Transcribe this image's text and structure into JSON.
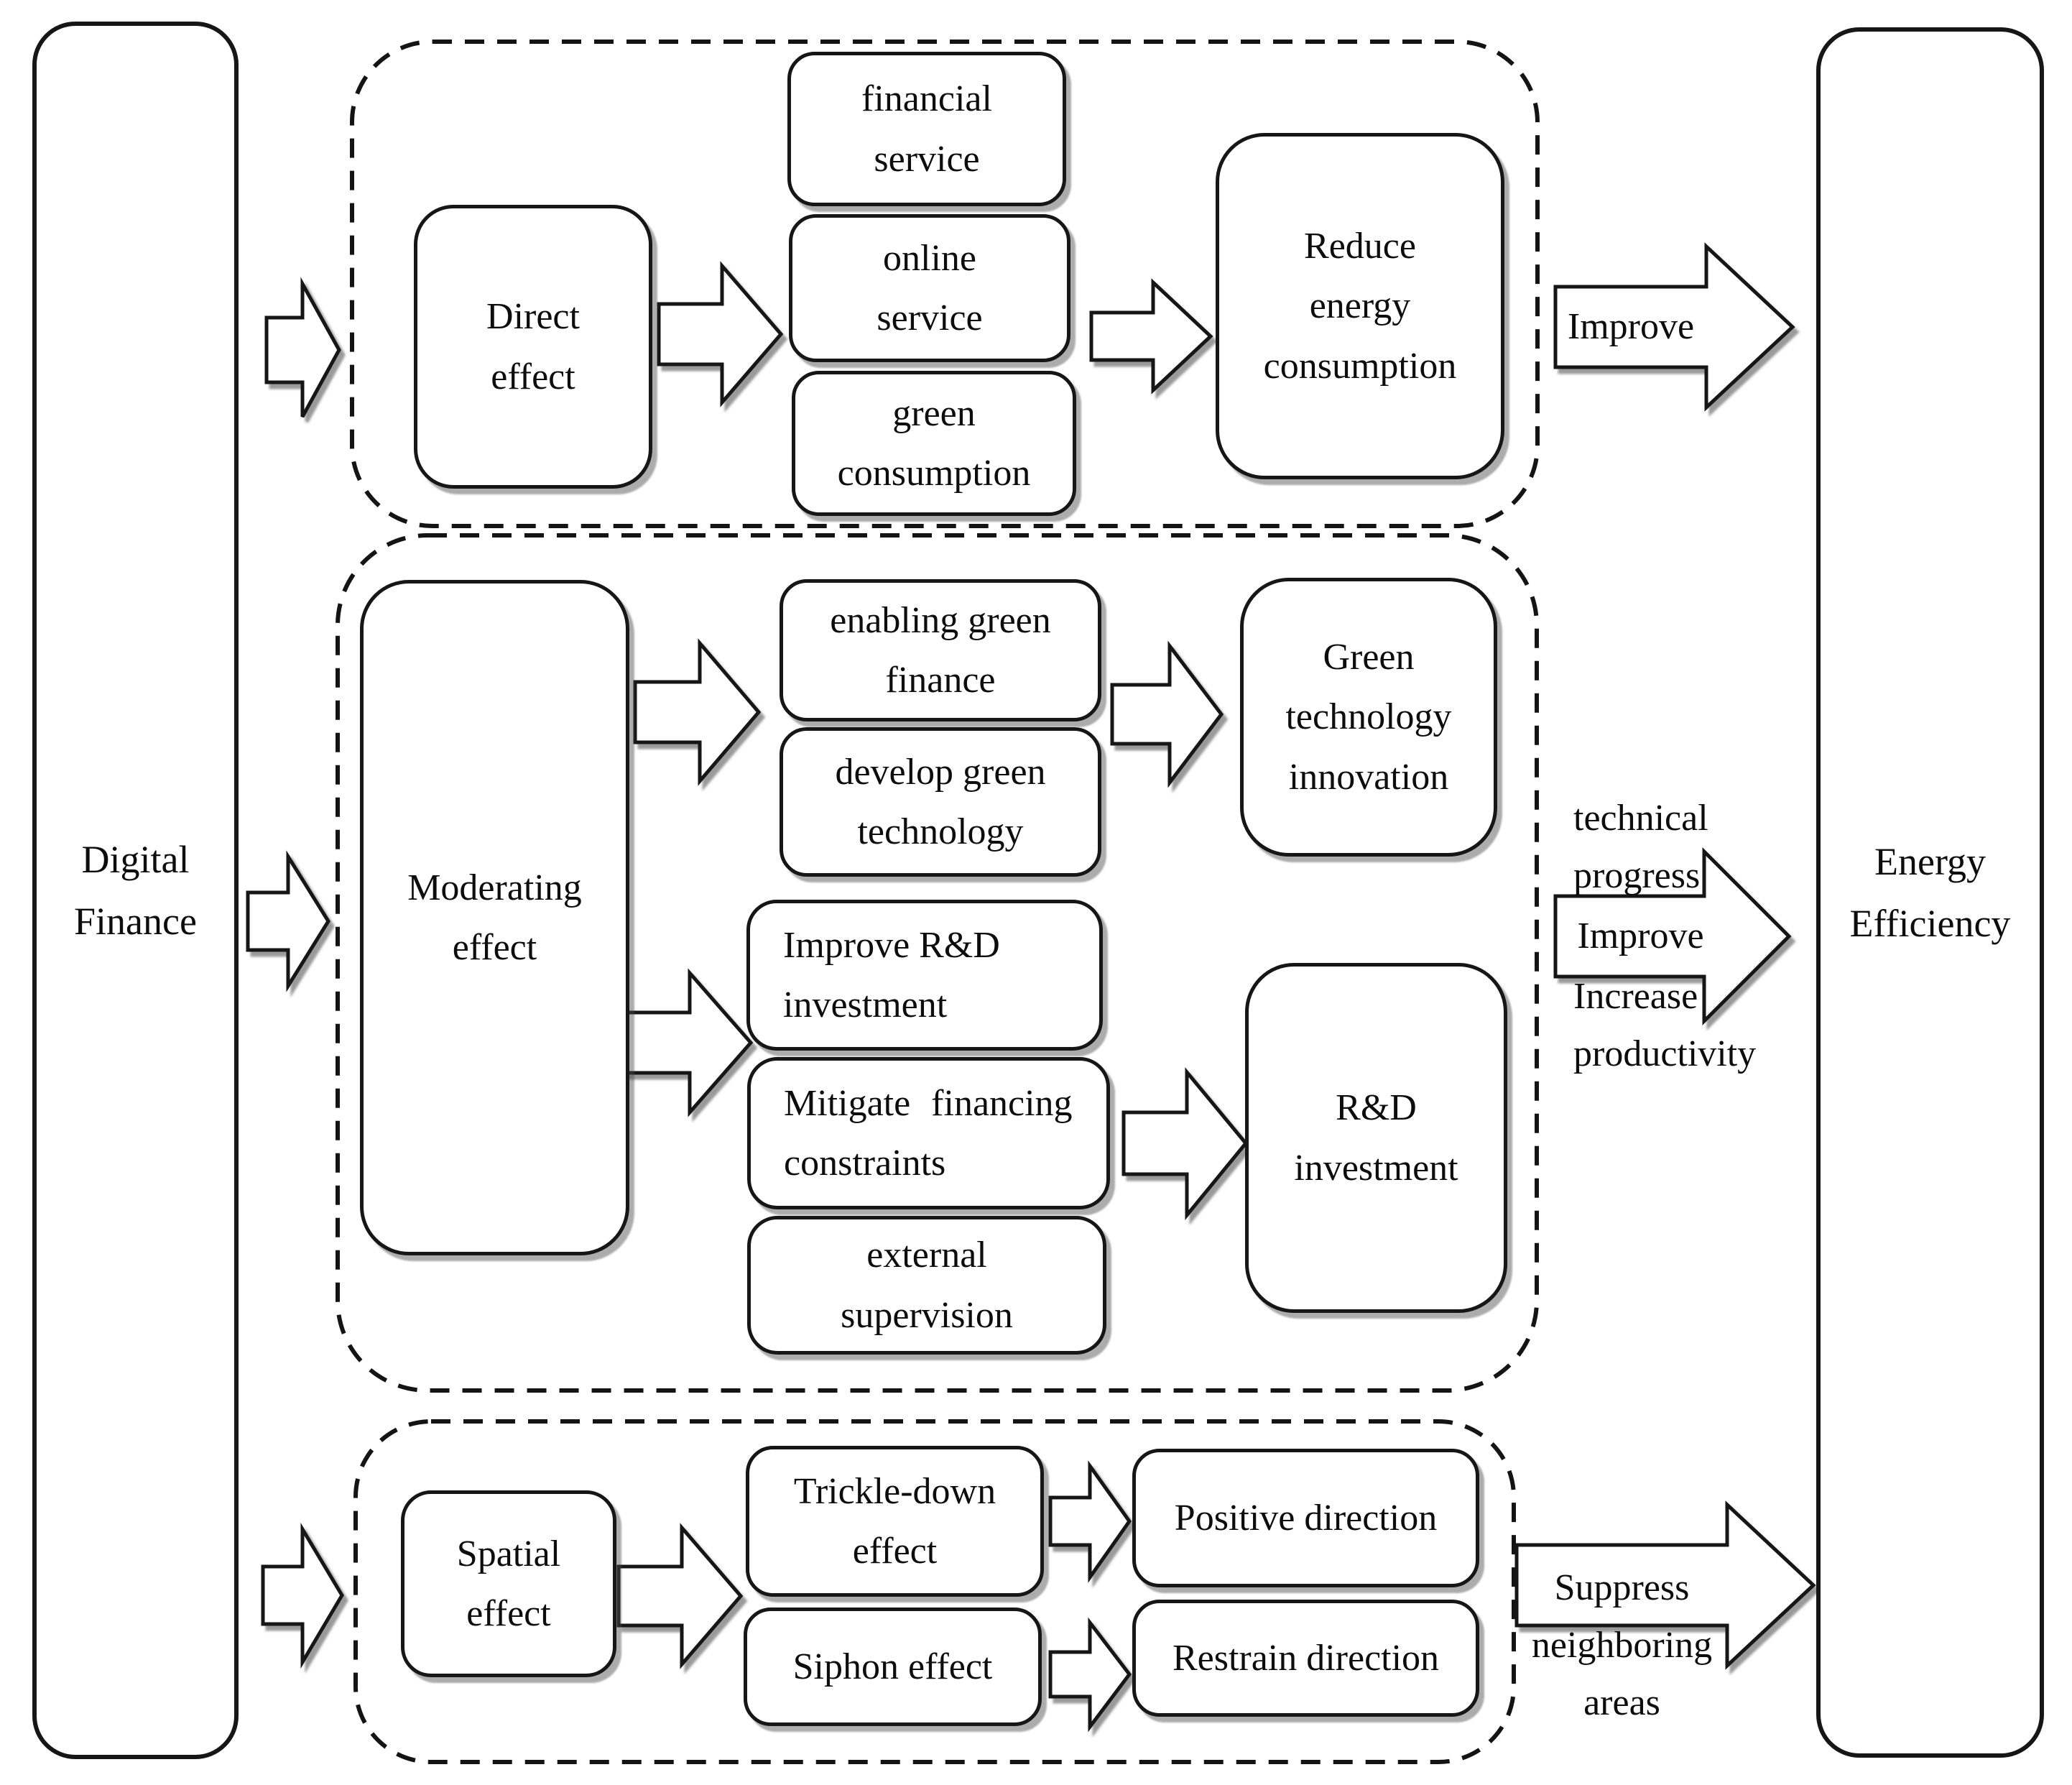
{
  "title": "Mechanism diagram: Digital Finance and Energy Efficiency",
  "colors": {
    "stroke": "#161616",
    "background": "#ffffff",
    "text": "#0d0d0d"
  },
  "nodes": {
    "digital_finance": "Digital\nFinance",
    "energy_efficiency": "Energy\nEfficiency",
    "direct_effect": "Direct\neffect",
    "financial_service": "financial\nservice",
    "online_service": "online\nservice",
    "green_consumption": "green\nconsumption",
    "reduce_energy_consumption": "Reduce\nenergy\nconsumption",
    "moderating_effect": "Moderating\neffect",
    "enabling_green_finance": "enabling green\nfinance",
    "develop_green_technology": "develop green\ntechnology",
    "green_technology_innovation": "Green\ntechnology\ninnovation",
    "improve_rd_investment": "Improve R&D\ninvestment",
    "mitigate_financing_constraints": "Mitigate financing\nconstraints",
    "external_supervision": "external\nsupervision",
    "rd_investment": "R&D\ninvestment",
    "spatial_effect": "Spatial\neffect",
    "trickle_down_effect": "Trickle-down\neffect",
    "siphon_effect": "Siphon effect",
    "positive_direction": "Positive direction",
    "restrain_direction": "Restrain direction"
  },
  "arrows": {
    "improve_top": "Improve",
    "technical_progress": "technical\nprogress",
    "improve_middle": "Improve",
    "increase_productivity": "Increase\nproductivity",
    "suppress": "Suppress\nneighboring\nareas"
  },
  "groups": {
    "direct": "direct effect group",
    "moderating": "moderating effect group",
    "spatial": "spatial effect group"
  }
}
